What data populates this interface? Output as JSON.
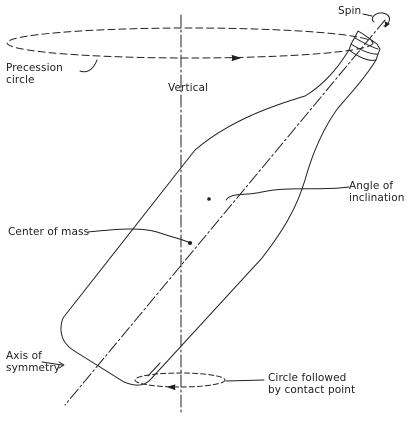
{
  "labels": {
    "spin": "Spin",
    "precession_1": "Precession",
    "precession_2": "circle",
    "vertical": "Vertical",
    "angle_1": "Angle of",
    "angle_2": "inclination",
    "center_of_mass": "Center of mass",
    "axis_1": "Axis of",
    "axis_2": "symmetry",
    "contact_1": "Circle followed",
    "contact_2": "by contact point"
  },
  "colors": {
    "ink": "#222222",
    "background": "#ffffff"
  }
}
